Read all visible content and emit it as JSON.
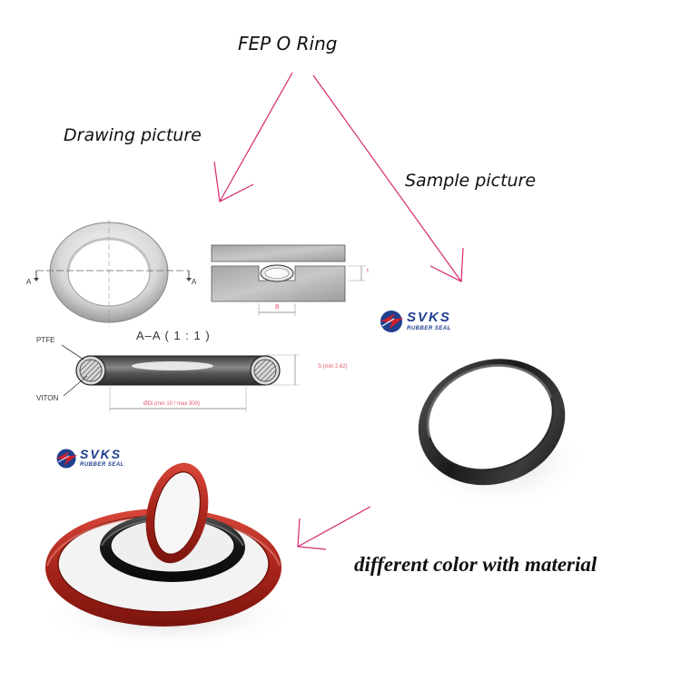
{
  "labels": {
    "title": "FEP O Ring",
    "drawing": "Drawing picture",
    "sample": "Sample picture",
    "different": "different color with material"
  },
  "drawing": {
    "section_marker": "A",
    "section_title": "A–A ( 1 : 1 )",
    "ptfe": "PTFE",
    "viton": "VITON",
    "s_dim": "S (min 2.62)",
    "di_dim": "ØDi (min 10 / max 300)",
    "groove_t": "t",
    "groove_b": "B"
  },
  "logo": {
    "word": "SVKS",
    "sub": "RUBBER SEAL"
  },
  "colors": {
    "arrow": "#d4266e",
    "logo_blue": "#1f3f8f",
    "logo_red": "#d0202a",
    "ring_red": "#b82a1f",
    "ring_black": "#1c1c1c"
  }
}
